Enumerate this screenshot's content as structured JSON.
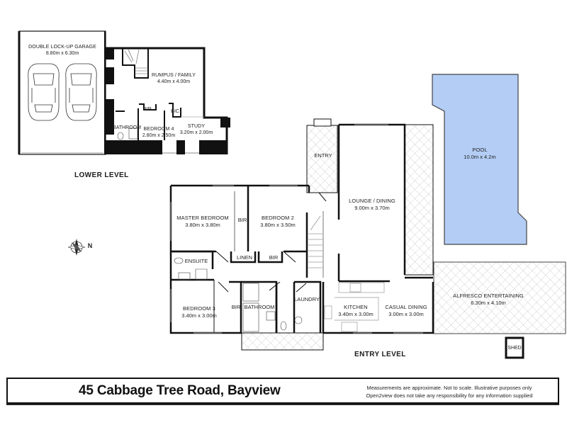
{
  "footer": {
    "address": "45 Cabbage Tree Road, Bayview",
    "disclaimer_line1": "Measurements are approximate. Not to scale. Illustrative purposes only",
    "disclaimer_line2": "Open2view does not take any responsibility for any information supplied"
  },
  "levels": {
    "lower": "LOWER LEVEL",
    "entry": "ENTRY LEVEL"
  },
  "compass": {
    "label": "N"
  },
  "rooms": {
    "garage": {
      "name": "DOUBLE LOCK-UP GARAGE",
      "dims": "8.80m x 6.30m"
    },
    "rumpus": {
      "name": "RUMPUS / FAMILY",
      "dims": "4.40m x 4.00m"
    },
    "lower_bir": {
      "name": "BIR"
    },
    "bic": {
      "name": "BIC"
    },
    "lower_bathroom": {
      "name": "BATHROOM"
    },
    "bedroom4": {
      "name": "BEDROOM 4",
      "dims": "2.80m x 2.50m"
    },
    "study": {
      "name": "STUDY",
      "dims": "3.20m x 2.00m"
    },
    "master": {
      "name": "MASTER BEDROOM",
      "dims": "3.80m x 3.80m"
    },
    "master_bir": {
      "name": "BIR"
    },
    "bedroom2": {
      "name": "BEDROOM 2",
      "dims": "3.80m x 3.50m"
    },
    "linen": {
      "name": "LINEN"
    },
    "bed2_bir": {
      "name": "BIR"
    },
    "ensuite": {
      "name": "ENSUITE"
    },
    "bedroom3": {
      "name": "BEDROOM 3",
      "dims": "3.40m x 3.00m"
    },
    "bed3_bir": {
      "name": "BIR"
    },
    "bathroom": {
      "name": "BATHROOM"
    },
    "laundry": {
      "name": "LAUNDRY"
    },
    "entry": {
      "name": "ENTRY"
    },
    "lounge": {
      "name": "LOUNGE / DINING",
      "dims": "9.00m x 3.70m"
    },
    "kitchen": {
      "name": "KITCHEN",
      "dims": "3.40m x 3.00m"
    },
    "casual": {
      "name": "CASUAL DINING",
      "dims": "3.00m x 3.00m"
    },
    "pool": {
      "name": "POOL",
      "dims": "10.0m x 4.2m"
    },
    "alfresco": {
      "name": "ALFRESCO ENTERTAINING",
      "dims": "6.30m x 4.10m"
    },
    "shed": {
      "name": "SHED"
    }
  },
  "colors": {
    "wall": "#111111",
    "pool_fill": "#b3cdf5",
    "pool_stroke": "#444444",
    "hatch": "#c8c8c8"
  }
}
